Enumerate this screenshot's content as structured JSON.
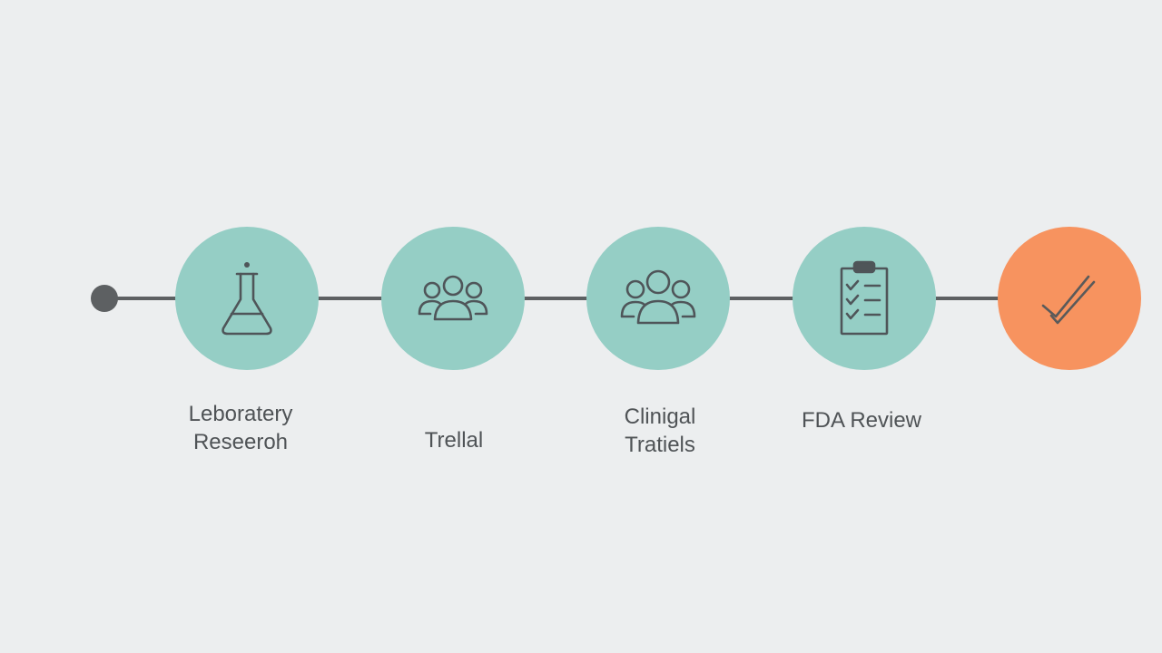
{
  "colors": {
    "background": "#eceeef",
    "line": "#5d6062",
    "step_fill": "#95cec5",
    "final_fill": "#f7935f",
    "icon_stroke": "#4f5559",
    "label_text": "#4f5356"
  },
  "steps": [
    {
      "label_line1": "Leboratery",
      "label_line2": "Reseeroh",
      "icon": "flask-icon"
    },
    {
      "label_line1": "Trellal",
      "label_line2": "",
      "icon": "people-group-icon"
    },
    {
      "label_line1": "Clinigal",
      "label_line2": "Tratiels",
      "icon": "people-group-icon"
    },
    {
      "label_line1": "FDA Review",
      "label_line2": "",
      "icon": "clipboard-checklist-icon"
    },
    {
      "label_line1": "",
      "label_line2": "",
      "icon": "checkmark-icon"
    }
  ]
}
